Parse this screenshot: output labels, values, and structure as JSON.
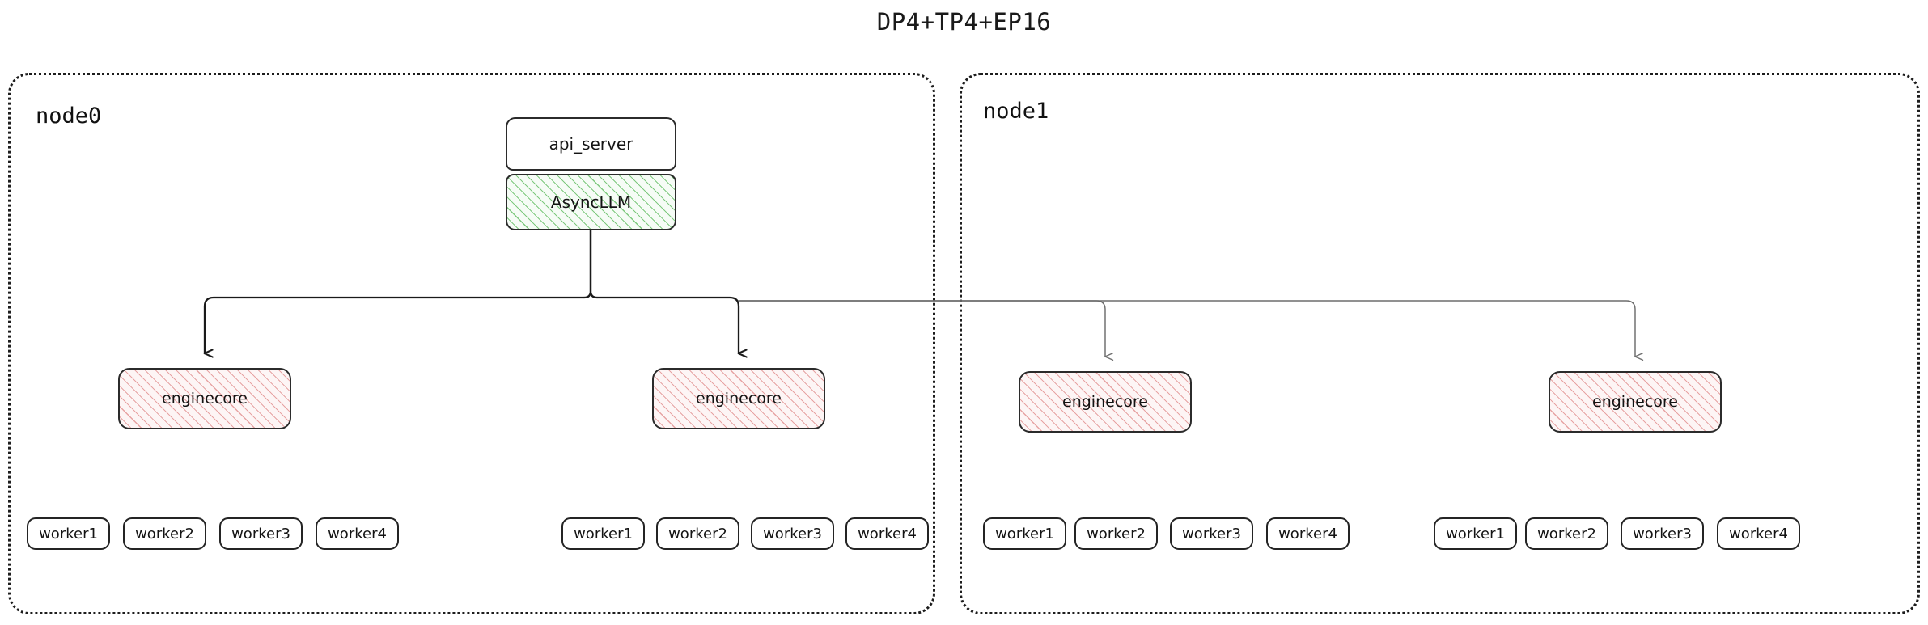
{
  "title": "DP4+TP4+EP16",
  "colors": {
    "ink": "#1d1d1d",
    "edge_primary": "#1a1a1a",
    "edge_secondary": "#6d6d6d",
    "hatch_green": "#7ec97e",
    "hatch_pink": "#e7a3a3",
    "box_fill_white": "#ffffff",
    "node_border": "#1d1d1d"
  },
  "diagram": {
    "type": "deployment-topology",
    "api_server": {
      "label": "api_server"
    },
    "async_llm": {
      "label": "AsyncLLM"
    },
    "nodes": [
      {
        "id": "node0",
        "label": "node0",
        "enginecores": [
          {
            "label": "enginecore",
            "workers": [
              {
                "label": "worker1"
              },
              {
                "label": "worker2"
              },
              {
                "label": "worker3"
              },
              {
                "label": "worker4"
              }
            ]
          },
          {
            "label": "enginecore",
            "workers": [
              {
                "label": "worker1"
              },
              {
                "label": "worker2"
              },
              {
                "label": "worker3"
              },
              {
                "label": "worker4"
              }
            ]
          }
        ]
      },
      {
        "id": "node1",
        "label": "node1",
        "enginecores": [
          {
            "label": "enginecore",
            "workers": [
              {
                "label": "worker1"
              },
              {
                "label": "worker2"
              },
              {
                "label": "worker3"
              },
              {
                "label": "worker4"
              }
            ]
          },
          {
            "label": "enginecore",
            "workers": [
              {
                "label": "worker1"
              },
              {
                "label": "worker2"
              },
              {
                "label": "worker3"
              },
              {
                "label": "worker4"
              }
            ]
          }
        ]
      }
    ]
  }
}
